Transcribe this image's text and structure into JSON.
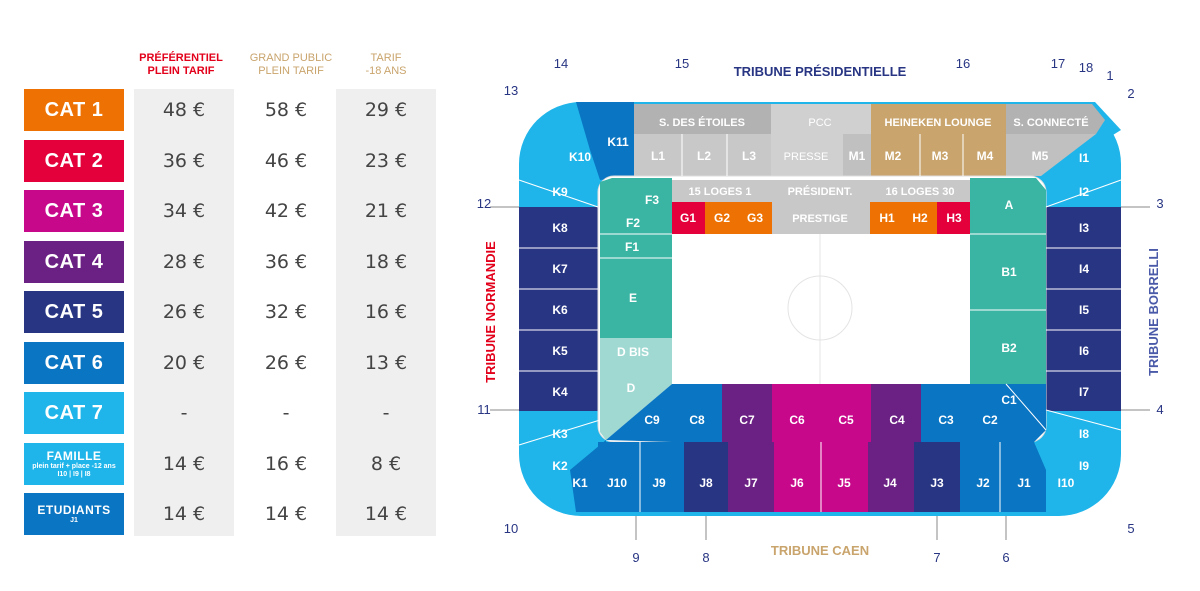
{
  "headers": {
    "preferentiel_1": "PRÉFÉRENTIEL",
    "preferentiel_2": "PLEIN TARIF",
    "grand_public_1": "GRAND PUBLIC",
    "grand_public_2": "PLEIN TARIF",
    "tarif_1": "TARIF",
    "tarif_2": "-18 ANS"
  },
  "categories": [
    {
      "label": "CAT 1",
      "color": "#ee7203",
      "prices": [
        "48 €",
        "58 €",
        "29 €"
      ]
    },
    {
      "label": "CAT 2",
      "color": "#e3003b",
      "prices": [
        "36 €",
        "46 €",
        "23 €"
      ]
    },
    {
      "label": "CAT 3",
      "color": "#c8088b",
      "prices": [
        "34 €",
        "42 €",
        "21 €"
      ]
    },
    {
      "label": "CAT 4",
      "color": "#6b2183",
      "prices": [
        "28 €",
        "36 €",
        "18 €"
      ]
    },
    {
      "label": "CAT 5",
      "color": "#283583",
      "prices": [
        "26 €",
        "32 €",
        "16 €"
      ]
    },
    {
      "label": "CAT 6",
      "color": "#0a75c2",
      "prices": [
        "20 €",
        "26 €",
        "13 €"
      ]
    },
    {
      "label": "CAT 7",
      "color": "#1fb5ea",
      "prices": [
        "-",
        "-",
        "-"
      ]
    },
    {
      "label": "FAMILLE",
      "sub1": "plein tarif + place -12 ans",
      "sub2": "I10 | I9 | I8",
      "color": "#1fb5ea",
      "prices": [
        "14 €",
        "16 €",
        "8 €"
      ]
    },
    {
      "label": "ETUDIANTS",
      "sub1": "J1",
      "color": "#0a75c2",
      "prices": [
        "14 €",
        "14 €",
        "14 €"
      ]
    }
  ],
  "stadium": {
    "tribunes": {
      "presidentielle": "TRIBUNE PRÉSIDENTIELLE",
      "normandie": "TRIBUNE NORMANDIE",
      "borrelli": "TRIBUNE BORRELLI",
      "caen": "TRIBUNE CAEN"
    },
    "gate_numbers": [
      "1",
      "2",
      "3",
      "4",
      "5",
      "6",
      "7",
      "8",
      "9",
      "10",
      "11",
      "12",
      "13",
      "14",
      "15",
      "16",
      "17",
      "18"
    ],
    "top_headers": {
      "etoiles": "S. DES ÉTOILES",
      "pcc": "PCC",
      "heineken": "HEINEKEN LOUNGE",
      "connecte": "S. CONNECTÉ",
      "loges1": "15 LOGES 1",
      "president": "PRÉSIDENT.",
      "loges30": "16 LOGES 30",
      "presse": "PRESSE",
      "prestige": "PRESTIGE"
    },
    "top_sections": [
      "L1",
      "L2",
      "L3",
      "M1",
      "M2",
      "M3",
      "M4",
      "M5"
    ],
    "loge_sections": [
      "G1",
      "G2",
      "G3",
      "H1",
      "H2",
      "H3"
    ],
    "inner_left": [
      "F3",
      "F2",
      "F1",
      "E",
      "D BIS",
      "D"
    ],
    "inner_right": [
      "A",
      "B1",
      "B2",
      "C1"
    ],
    "inner_bottom": [
      "C9",
      "C8",
      "C7",
      "C6",
      "C5",
      "C4",
      "C3",
      "C2"
    ],
    "left_sections": [
      "K11",
      "K10",
      "K9",
      "K8",
      "K7",
      "K6",
      "K5",
      "K4",
      "K3",
      "K2",
      "K1"
    ],
    "right_sections": [
      "I1",
      "I2",
      "I3",
      "I4",
      "I5",
      "I6",
      "I7",
      "I8",
      "I9",
      "I10"
    ],
    "bottom_sections": [
      "J10",
      "J9",
      "J8",
      "J7",
      "J6",
      "J5",
      "J4",
      "J3",
      "J2",
      "J1"
    ]
  }
}
